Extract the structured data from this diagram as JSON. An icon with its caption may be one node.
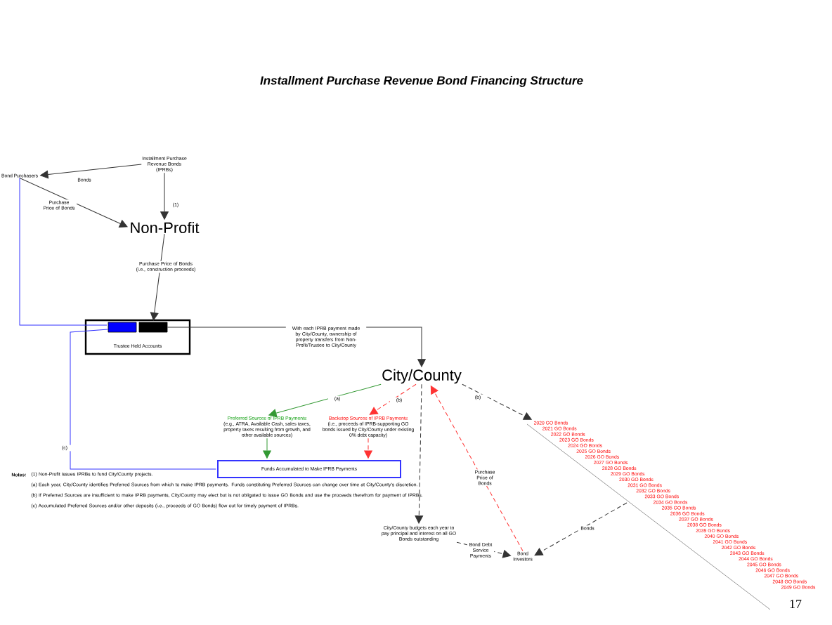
{
  "diagram": {
    "title": "Installment Purchase Revenue Bond Financing Structure",
    "nodes": [
      {
        "text": [
          "Bond Purchasers"
        ]
      },
      {
        "text": [
          "Installment Purchase Revenue Bonds (IPRBs)"
        ]
      },
      {
        "text": [
          "Non-Profit"
        ]
      },
      {
        "text": [
          "Trustee Held Accounts"
        ]
      },
      {
        "text": [],
        "shape": "box",
        "in": 3
      },
      {
        "text": [],
        "shape": "box",
        "in": 3
      },
      {
        "text": [
          "City/County"
        ]
      },
      {
        "text": [
          "Preferred Sources of IPRB Payments",
          "(e.g., ATRA, Available Cash, sales taxes, property taxes resulting from growth, and other available sources)"
        ]
      },
      {
        "text": [
          "Backstop Sources of IPRB Payments",
          "(i.e., proceeds of IPRB-supporting GO bonds issued by City/County under existing 0% debt capacity)"
        ]
      },
      {
        "text": [
          "Funds Accumulated to Make IPRB Payments"
        ]
      },
      {
        "text": [
          "City/County budgets each year to pay principal and interest on all GO Bonds outstanding"
        ]
      },
      {
        "text": [
          "Bond Investors"
        ]
      },
      {
        "text": [
          "2020 GO Bonds",
          "2021 GO Bonds",
          "2022 GO Bonds",
          "2023 GO Bonds",
          "2024 GO Bonds",
          "2025 GO Bonds",
          "2026 GO Bonds",
          "2027 GO Bonds",
          "2028 GO Bonds",
          "2029 GO Bonds",
          "2030 GO Bonds",
          "2031 GO Bonds",
          "2032 GO Bonds",
          "2033 GO Bonds",
          "2034 GO Bonds",
          "2035 GO Bonds",
          "2036 GO Bonds",
          "2037 GO Bonds",
          "2038 GO Bonds",
          "2039 GO Bonds",
          "2040 GO Bonds",
          "2041 GO Bonds",
          "2042 GO Bonds",
          "2043 GO Bonds",
          "2044 GO Bonds",
          "2045 GO Bonds",
          "2046 GO Bonds",
          "2047 GO Bonds",
          "2048 GO Bonds",
          "2049 GO Bonds"
        ]
      }
    ],
    "edges": [
      {
        "from": 1,
        "to": 0,
        "arrow": "to",
        "label": "Bonds"
      },
      {
        "from": 0,
        "to": 2,
        "arrow": "to",
        "label": "Purchase Price of Bonds"
      },
      {
        "from": 1,
        "to": 2,
        "arrow": "to",
        "label": "(1)"
      },
      {
        "from": 2,
        "to": 5,
        "arrow": "to",
        "label": "Purchase Price of Bonds (i.e., construction proceeds)"
      },
      {
        "from": 0,
        "to": 4,
        "arrow": "none",
        "color": "#3333ff"
      },
      {
        "from": 4,
        "to": 9,
        "arrow": "none",
        "color": "#3333ff",
        "label": "(c)"
      },
      {
        "from": 5,
        "to": 6,
        "arrow": "to",
        "label": "With each IPRB payment made by City/County, ownership of property transfers from Non-Profit/Trustee to City/County"
      },
      {
        "from": 6,
        "to": 7,
        "arrow": "to",
        "color": "#339933",
        "label": "(a)"
      },
      {
        "from": 6,
        "to": 8,
        "arrow": "to",
        "style": "dashed",
        "color": "#ff3333",
        "label": "(b)"
      },
      {
        "from": 6,
        "to": 12,
        "arrow": "to",
        "style": "dashed",
        "label": "(b)"
      },
      {
        "from": 6,
        "to": 10,
        "arrow": "to",
        "style": "dashed"
      },
      {
        "from": 11,
        "to": 6,
        "arrow": "to",
        "style": "dashed",
        "color": "#ff3333",
        "label": "Purchase Price of Bonds"
      },
      {
        "from": 7,
        "to": 9,
        "arrow": "to",
        "color": "#339933"
      },
      {
        "from": 8,
        "to": 9,
        "arrow": "to",
        "style": "dashed",
        "color": "#ff3333"
      },
      {
        "from": 10,
        "to": 11,
        "arrow": "to",
        "style": "dashed",
        "label": "Bond Debt Service Payments"
      },
      {
        "from": 12,
        "to": 11,
        "arrow": "to",
        "style": "dashed",
        "label": "Bonds"
      }
    ],
    "labels": [
      "Notes:",
      "(1) Non-Profit issues IPRBs to fund City/County projects.",
      "(a) Each year, City/County identifies Preferred Sources from which to make IPRB payments. Funds constituting Preferred Sources can change over time at City/County's discretion.",
      "(b) If Preferred Sources are insufficient to make IPRB payments, City/County may elect but is not obligated to issue GO Bonds and use the proceeds therefrom for payment of IPRBs.",
      "(c) Accumulated Preferred Sources and/or other deposits (i.e., proceeds of GO Bonds) flow out for timely payment of IPRBs.",
      "17"
    ]
  }
}
